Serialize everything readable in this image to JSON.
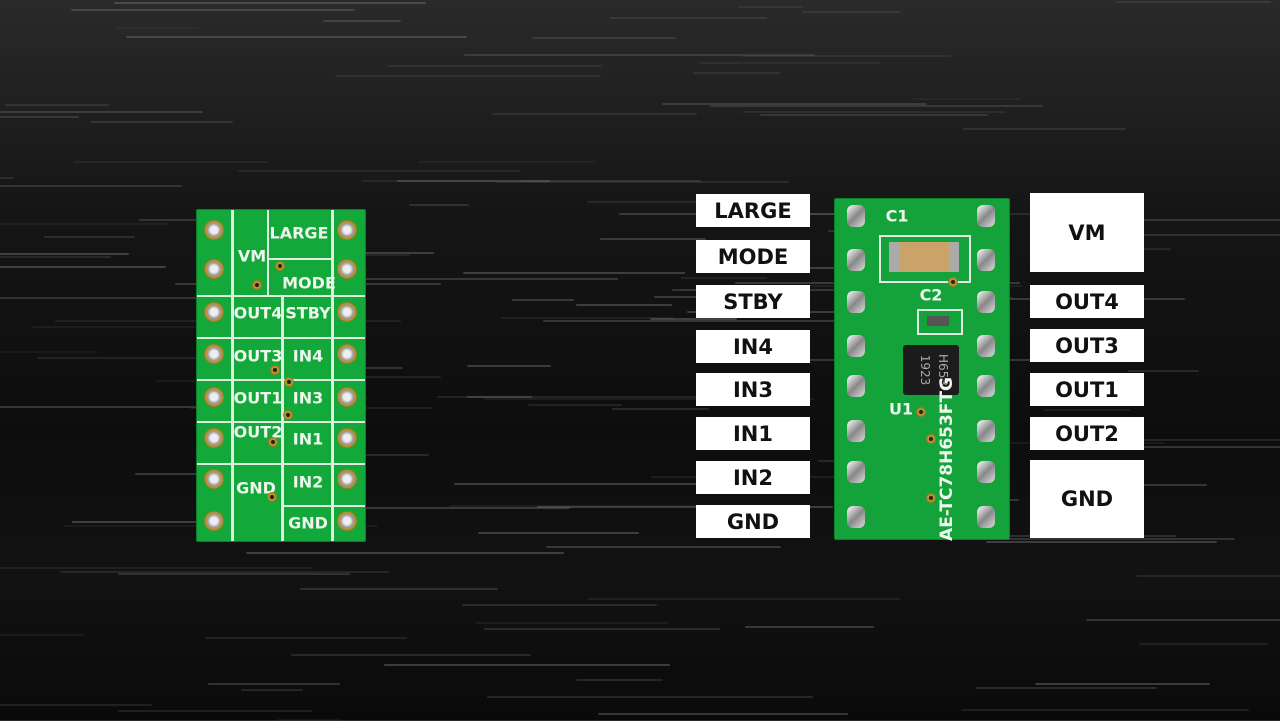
{
  "left_board": {
    "silkscreen": [
      "LARGE",
      "VM",
      "MODE",
      "OUT4",
      "STBY",
      "OUT3",
      "IN4",
      "OUT1",
      "IN3",
      "OUT2",
      "IN1",
      "GND",
      "IN2",
      "GND"
    ]
  },
  "right_board": {
    "silkscreen": {
      "c1": "C1",
      "c2": "C2",
      "u1": "U1",
      "chip_line1": "H653",
      "chip_line2": "1923",
      "part": "AE-TC78H653FTG"
    }
  },
  "labels_left": [
    "LARGE",
    "MODE",
    "STBY",
    "IN4",
    "IN3",
    "IN1",
    "IN2",
    "GND"
  ],
  "labels_right": [
    "VM",
    "OUT4",
    "OUT3",
    "OUT1",
    "OUT2",
    "GND"
  ]
}
